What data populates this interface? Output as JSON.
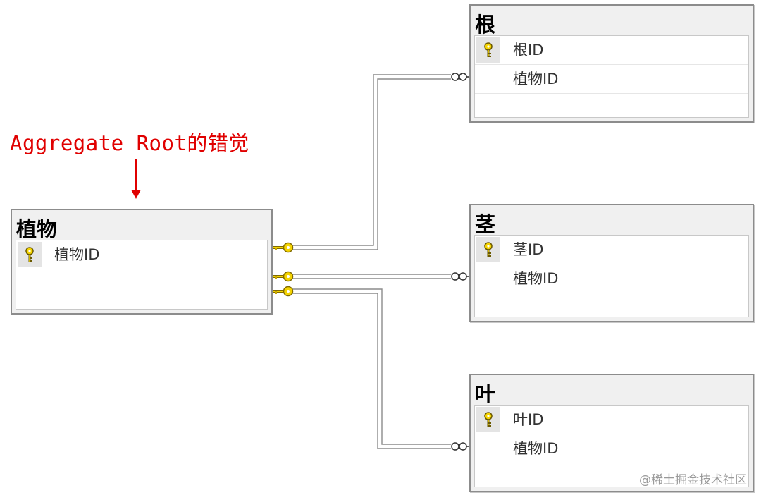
{
  "annotation": {
    "text": "Aggregate Root的错觉"
  },
  "tables": {
    "plant": {
      "title": "植物",
      "columns": [
        "植物ID"
      ]
    },
    "root": {
      "title": "根",
      "columns": [
        "根ID",
        "植物ID"
      ]
    },
    "stem": {
      "title": "茎",
      "columns": [
        "茎ID",
        "植物ID"
      ]
    },
    "leaf": {
      "title": "叶",
      "columns": [
        "叶ID",
        "植物ID"
      ]
    }
  },
  "watermark": "@稀土掘金技术社区",
  "colors": {
    "annotation": "#e00000",
    "key": "#f5d400",
    "line": "#8c8c8c"
  },
  "icons": {
    "primary_key": "key-icon",
    "one_end": "key-icon",
    "many_end": "infinity-icon"
  }
}
